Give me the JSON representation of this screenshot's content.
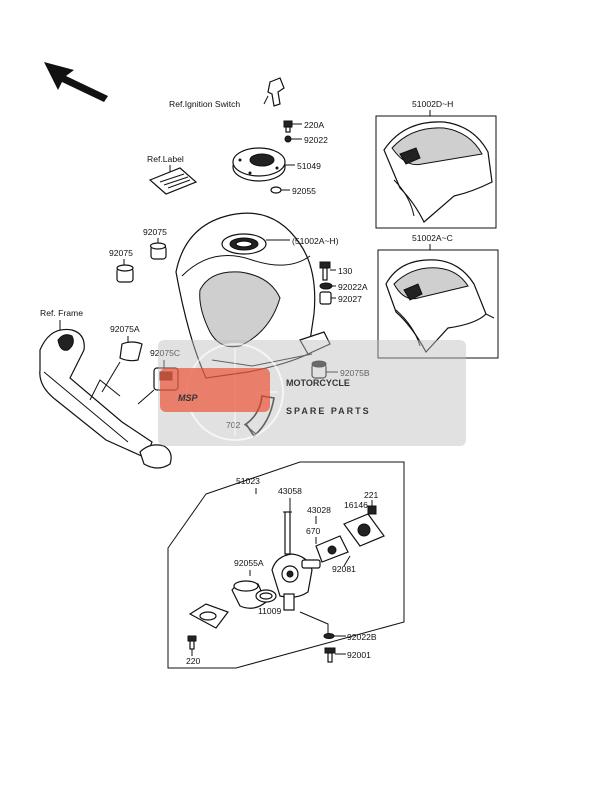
{
  "labels": {
    "ref_ignition_switch": "Ref.Ignition Switch",
    "ref_label": "Ref.Label",
    "ref_frame": "Ref. Frame",
    "p220A": "220A",
    "p92022": "92022",
    "p51049": "51049",
    "p92055": "92055",
    "p51002DH": "51002D~H",
    "p51002AC": "51002A~C",
    "p51002AH": "(51002A~H)",
    "p92075_a": "92075",
    "p92075_b": "92075",
    "p92075A": "92075A",
    "p92075C": "92075C",
    "p130": "130",
    "p92022A": "92022A",
    "p92027": "92027",
    "p92075B": "92075B",
    "p702": "702",
    "p51023": "51023",
    "p43058": "43058",
    "p43028": "43028",
    "p16146": "16146",
    "p221": "221",
    "p670": "670",
    "p92081": "92081",
    "p92055A": "92055A",
    "p11009": "11009",
    "p220": "220",
    "p92022B": "92022B",
    "p92001": "92001"
  },
  "watermark": {
    "logo": "MSP",
    "line1": "MOTORCYCLE",
    "line2": "SPARE PARTS",
    "color": "#e8553a"
  },
  "icons": {
    "direction_arrow": "arrow-up-left-icon"
  }
}
